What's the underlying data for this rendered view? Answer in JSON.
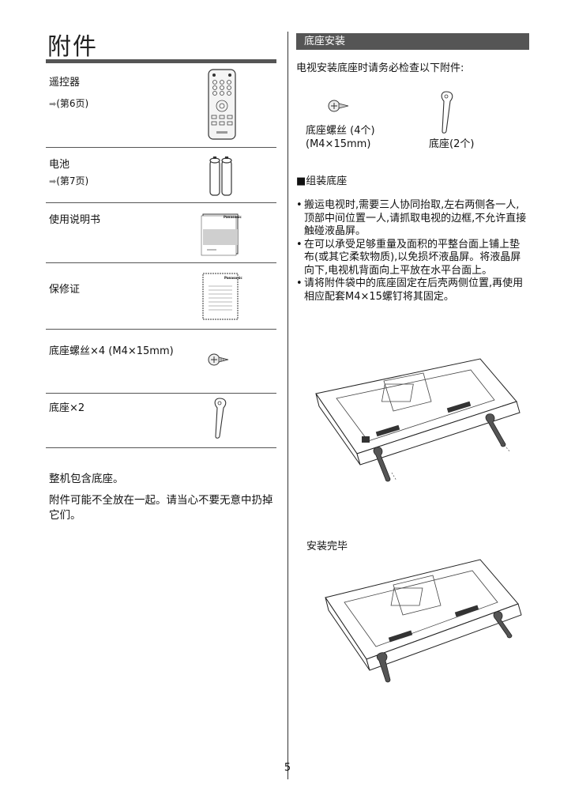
{
  "left": {
    "title": "附件",
    "items": [
      {
        "name": "遥控器",
        "ref": "(第6页)"
      },
      {
        "name": "电池",
        "ref": "(第7页)"
      },
      {
        "name": "使用说明书"
      },
      {
        "name": "保修证"
      },
      {
        "name": "底座螺丝×4 (M4×15mm)"
      },
      {
        "name": "底座×2"
      }
    ],
    "manual_brand": "Panasonic",
    "notes": [
      "整机包含底座。",
      "附件可能不全放在一起。请当心不要无意中扔掉它们。"
    ]
  },
  "right": {
    "section_title": "底座安装",
    "intro": "电视安装底座时请务必检查以下附件:",
    "screw_caption_1": "底座螺丝 (4个)",
    "screw_caption_2": "(M4×15mm)",
    "stand_caption": "底座(2个)",
    "assemble_heading": "■组装底座",
    "bullets": [
      "搬运电视时,需要三人协同抬取,左右两侧各一人,顶部中间位置一人,请抓取电视的边框,不允许直接触碰液晶屏。",
      "在可以承受足够重量及面积的平整台面上铺上垫布(或其它柔软物质),以免损坏液晶屏。将液晶屏向下,电视机背面向上平放在水平台面上。",
      "请将附件袋中的底座固定在后壳两侧位置,再使用相应配套M4×15螺钉将其固定。"
    ],
    "done_label": "安装完毕"
  },
  "page_number": "5"
}
